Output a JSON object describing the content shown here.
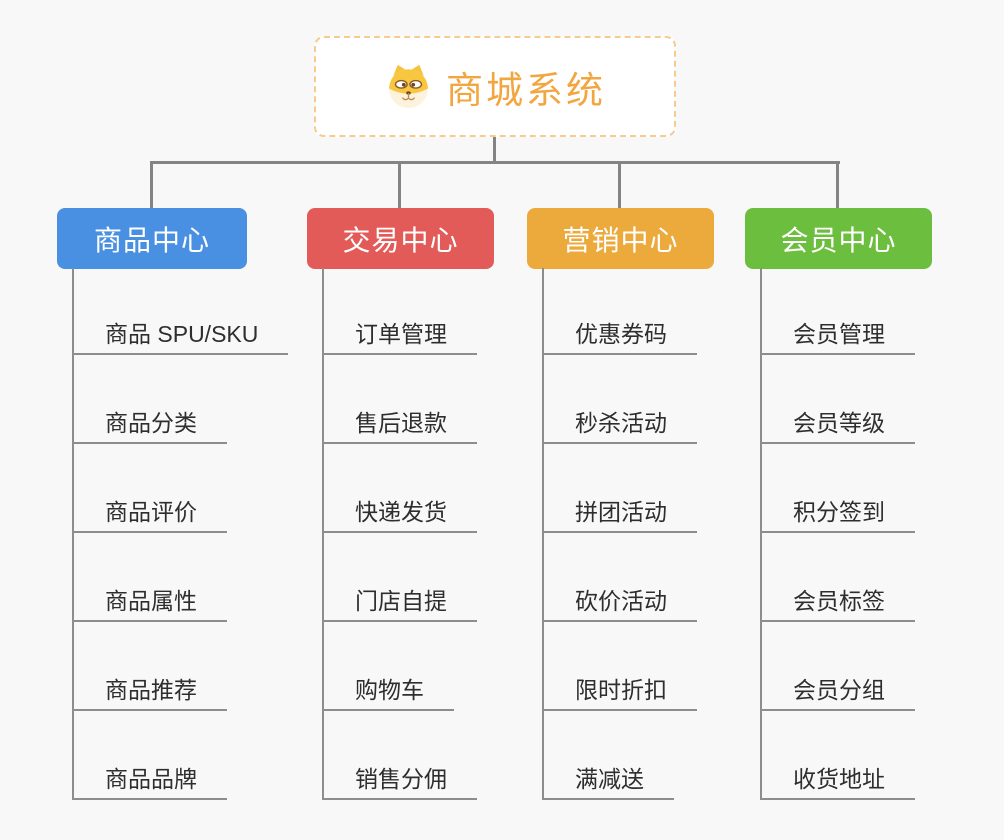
{
  "background_color": "#f8f8f8",
  "connector_color": "#848484",
  "root": {
    "title": "商城系统",
    "icon": "dog-face-icon",
    "title_color": "#f2a640",
    "border_color": "#f5cc8e"
  },
  "branches": [
    {
      "label": "商品中心",
      "color": "#4a90e2",
      "children": [
        "商品 SPU/SKU",
        "商品分类",
        "商品评价",
        "商品属性",
        "商品推荐",
        "商品品牌"
      ]
    },
    {
      "label": "交易中心",
      "color": "#e25b58",
      "children": [
        "订单管理",
        "售后退款",
        "快递发货",
        "门店自提",
        "购物车",
        "销售分佣"
      ]
    },
    {
      "label": "营销中心",
      "color": "#eca93c",
      "children": [
        "优惠券码",
        "秒杀活动",
        "拼团活动",
        "砍价活动",
        "限时折扣",
        "满减送"
      ]
    },
    {
      "label": "会员中心",
      "color": "#6cbe3e",
      "children": [
        "会员管理",
        "会员等级",
        "积分签到",
        "会员标签",
        "会员分组",
        "收货地址"
      ]
    }
  ]
}
